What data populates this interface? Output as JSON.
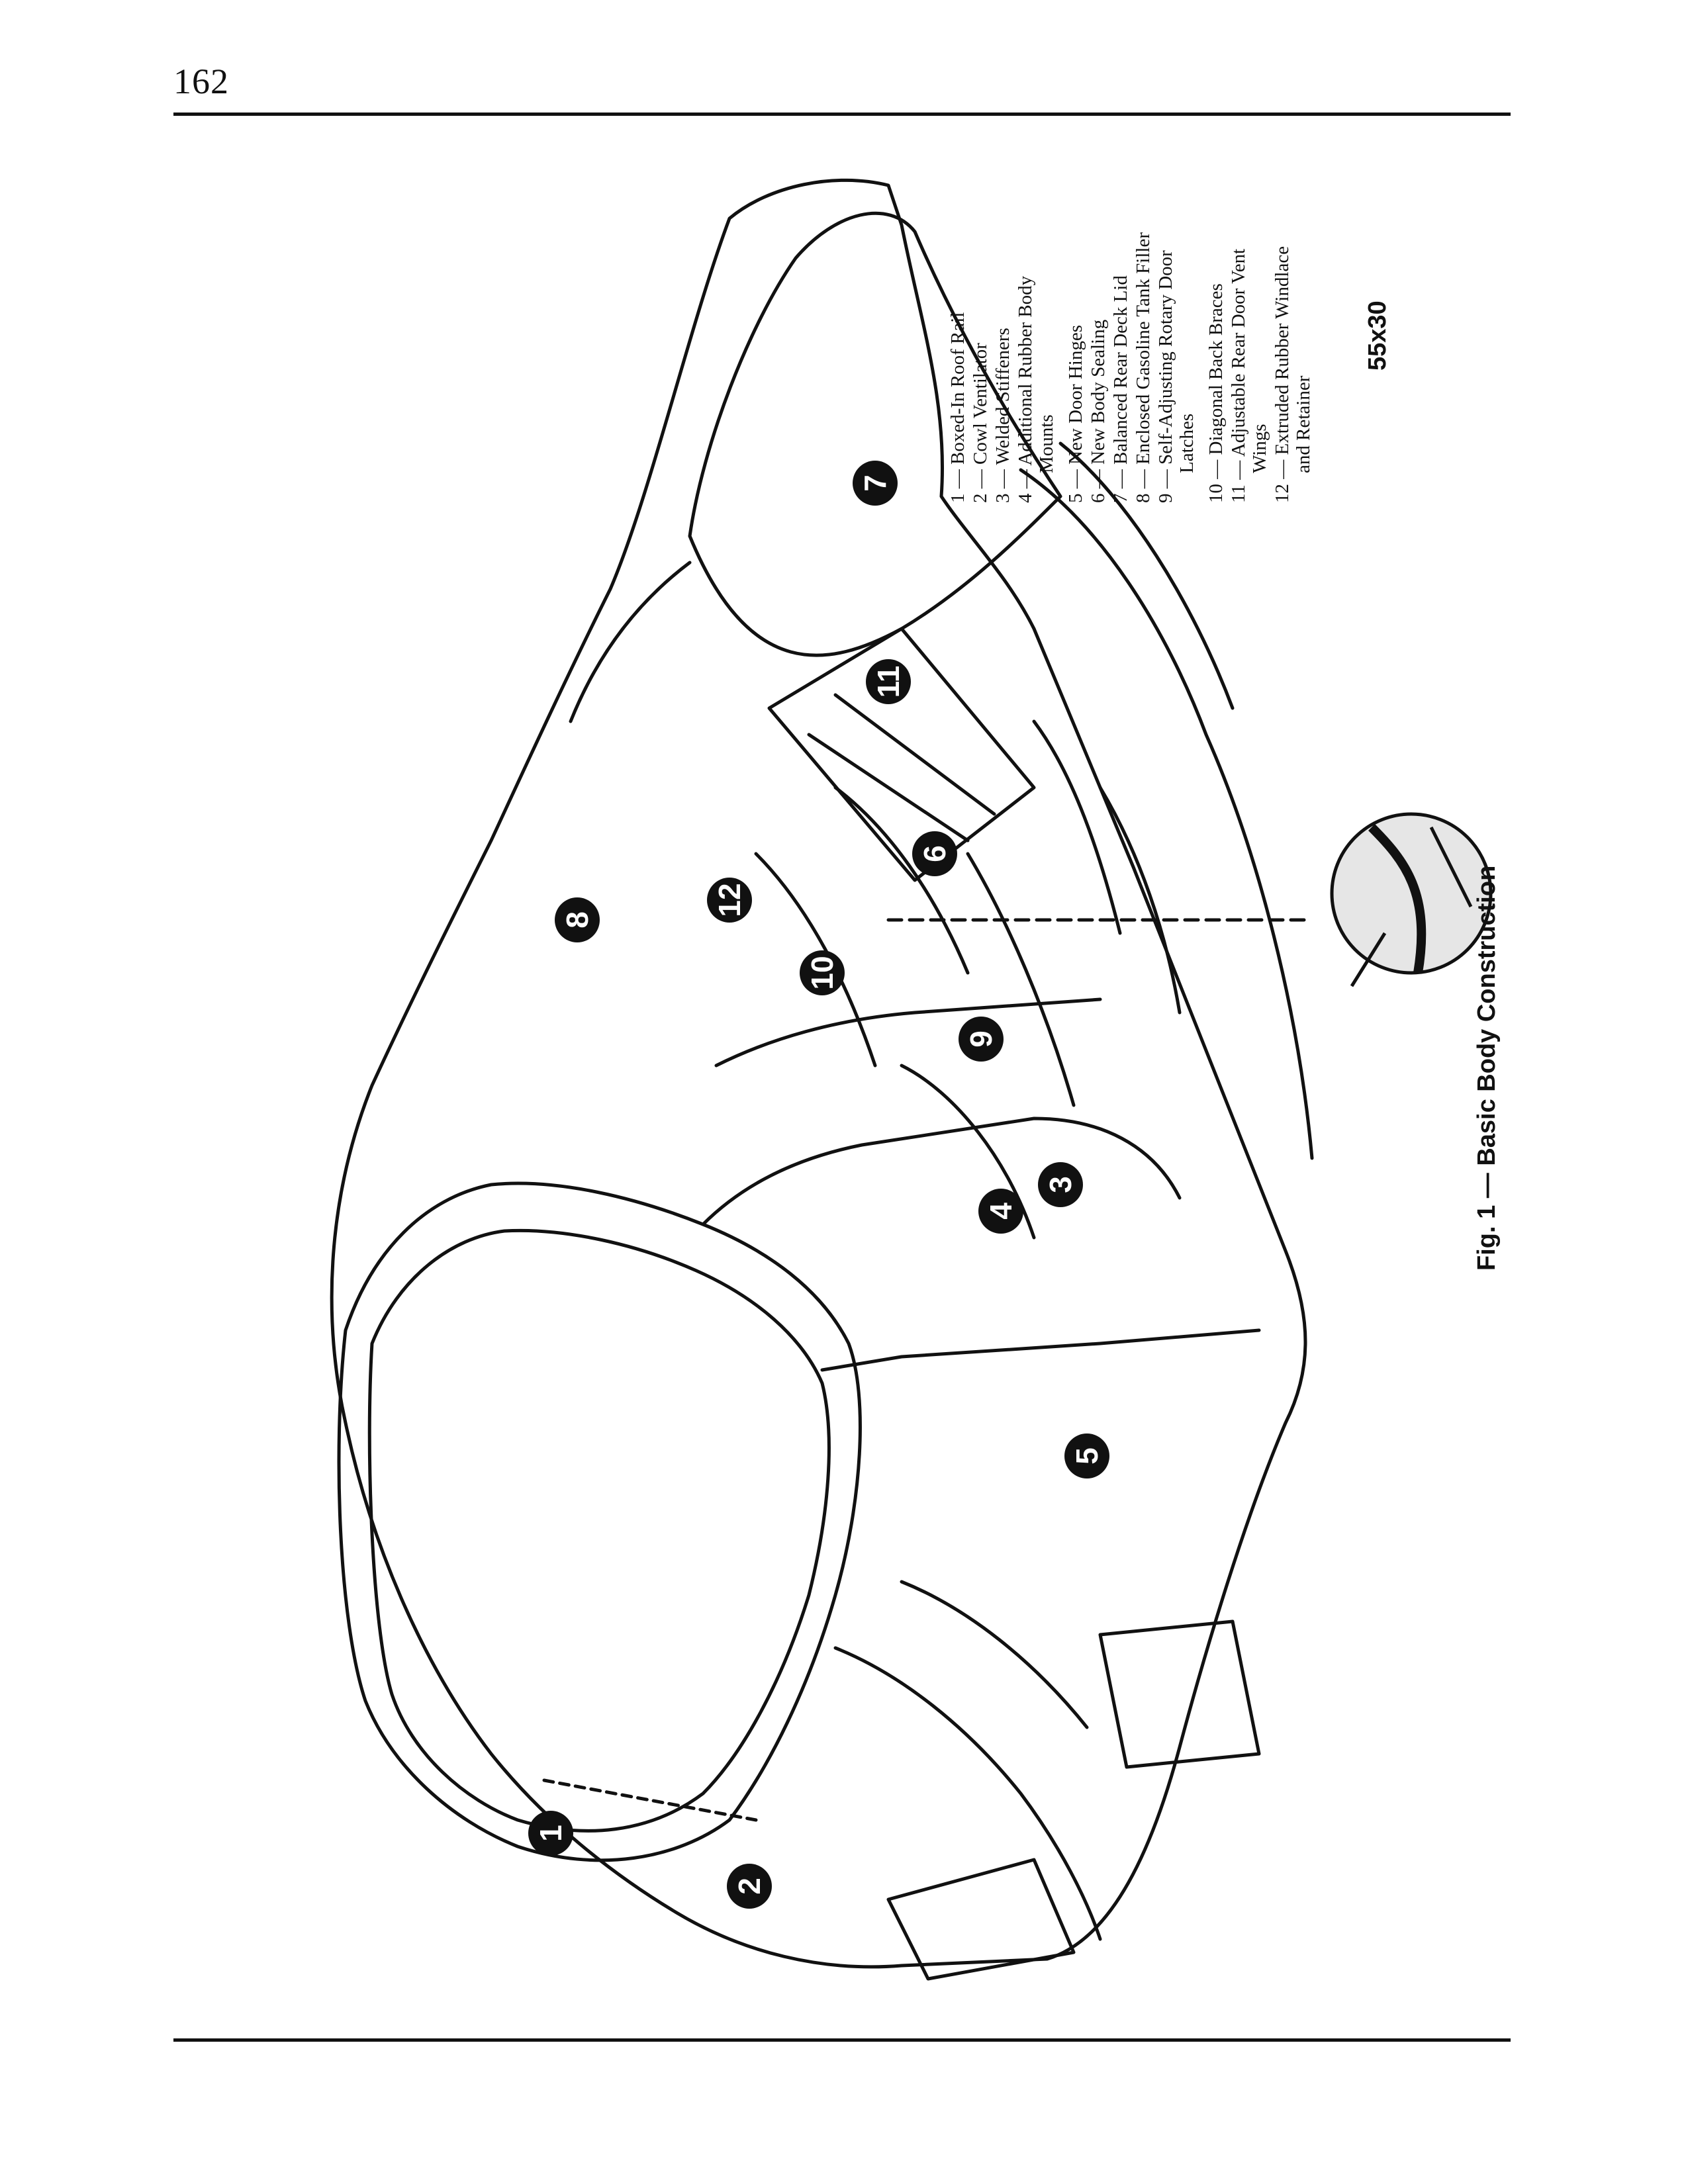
{
  "page": {
    "number": "162"
  },
  "legend": {
    "items": [
      "1 — Boxed-In Roof Rail",
      "2 — Cowl Ventilator",
      "3 — Welded Stiffeners",
      "4 — Additional Rubber Body",
      "Mounts",
      "5 — New Door Hinges",
      "6 — New Body Sealing",
      "7 — Balanced Rear Deck Lid",
      "8 — Enclosed Gasoline Tank Filler",
      "9 — Self-Adjusting Rotary Door",
      "Latches",
      "10 — Diagonal Back Braces",
      "11 — Adjustable Rear Door Vent",
      "Wings",
      "12 — Extruded Rubber Windlace",
      "and Retainer"
    ]
  },
  "figure": {
    "code": "55x30",
    "caption": "Fig. 1 — Basic Body Construction",
    "callouts": [
      "1",
      "2",
      "3",
      "4",
      "5",
      "6",
      "7",
      "8",
      "9",
      "10",
      "11",
      "12"
    ]
  }
}
